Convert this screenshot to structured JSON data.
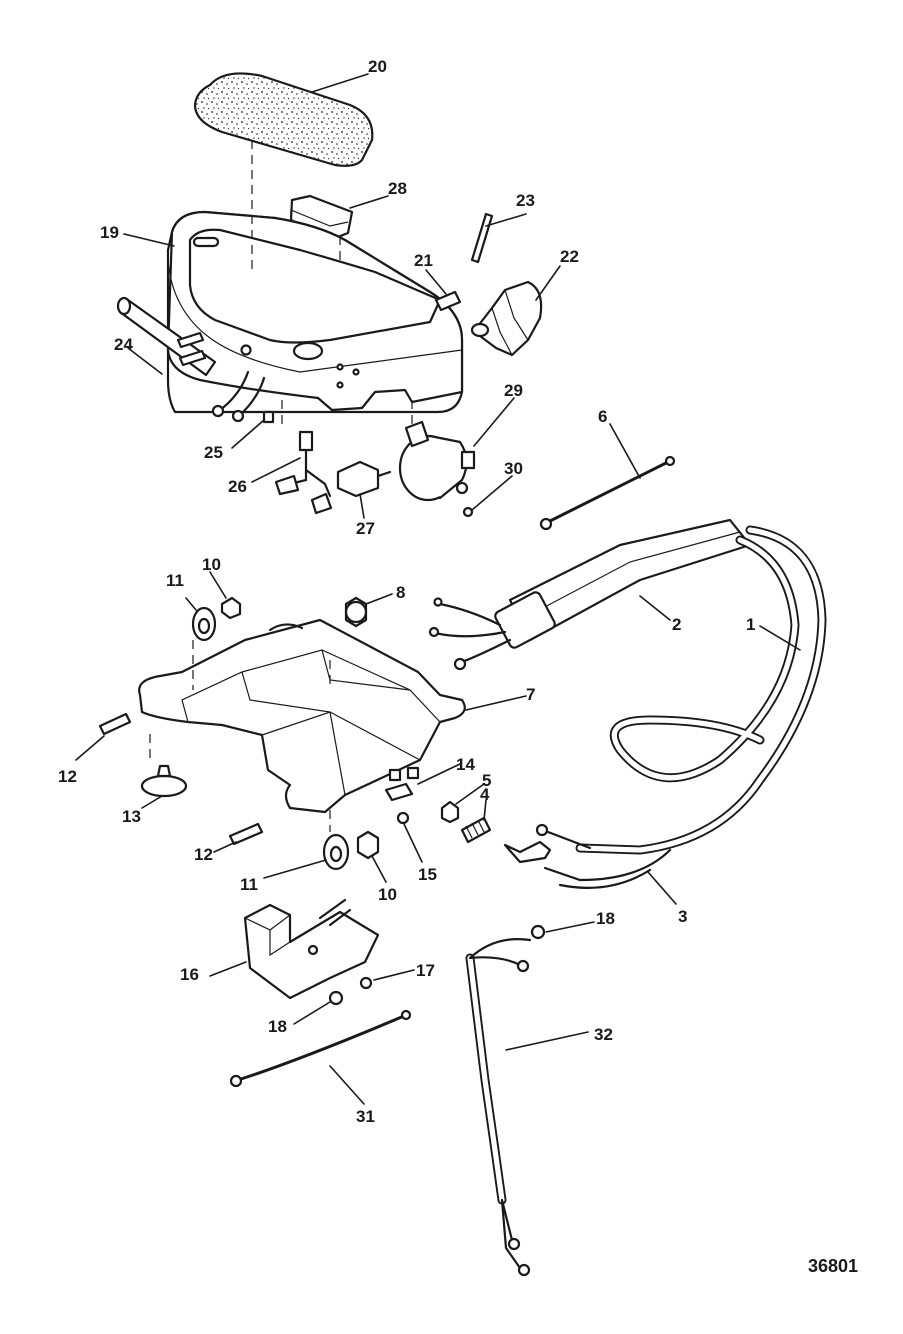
{
  "drawing_number": "36801",
  "callouts": [
    {
      "id": "c20",
      "text": "20"
    },
    {
      "id": "c28",
      "text": "28"
    },
    {
      "id": "c23",
      "text": "23"
    },
    {
      "id": "c19",
      "text": "19"
    },
    {
      "id": "c21",
      "text": "21"
    },
    {
      "id": "c22",
      "text": "22"
    },
    {
      "id": "c24",
      "text": "24"
    },
    {
      "id": "c29",
      "text": "29"
    },
    {
      "id": "c25",
      "text": "25"
    },
    {
      "id": "c6",
      "text": "6"
    },
    {
      "id": "c26",
      "text": "26"
    },
    {
      "id": "c30",
      "text": "30"
    },
    {
      "id": "c27",
      "text": "27"
    },
    {
      "id": "c10a",
      "text": "10"
    },
    {
      "id": "c11a",
      "text": "11"
    },
    {
      "id": "c8",
      "text": "8"
    },
    {
      "id": "c2",
      "text": "2"
    },
    {
      "id": "c1",
      "text": "1"
    },
    {
      "id": "c7",
      "text": "7"
    },
    {
      "id": "c12a",
      "text": "12"
    },
    {
      "id": "c14",
      "text": "14"
    },
    {
      "id": "c5",
      "text": "5"
    },
    {
      "id": "c13",
      "text": "13"
    },
    {
      "id": "c4",
      "text": "4"
    },
    {
      "id": "c12b",
      "text": "12"
    },
    {
      "id": "c11b",
      "text": "11"
    },
    {
      "id": "c15",
      "text": "15"
    },
    {
      "id": "c10b",
      "text": "10"
    },
    {
      "id": "c3",
      "text": "3"
    },
    {
      "id": "c18a",
      "text": "18"
    },
    {
      "id": "c16",
      "text": "16"
    },
    {
      "id": "c17",
      "text": "17"
    },
    {
      "id": "c18b",
      "text": "18"
    },
    {
      "id": "c32",
      "text": "32"
    },
    {
      "id": "c31",
      "text": "31"
    }
  ]
}
